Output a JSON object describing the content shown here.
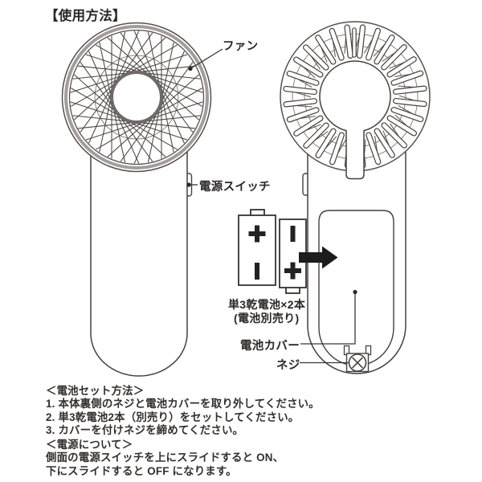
{
  "title": "【使用方法】",
  "front_view": {
    "fan_label": "ファン",
    "power_switch_label": "電源スイッチ"
  },
  "back_view": {
    "battery_type_label_line1": "単3乾電池×2本",
    "battery_type_label_line2": "(電池別売り)",
    "battery_cover_label": "電池カバー",
    "screw_label": "ネジ",
    "battery_symbols": {
      "left_battery_top": "+",
      "left_battery_bottom": "−",
      "right_battery_top": "−",
      "right_battery_bottom": "+"
    }
  },
  "sections": {
    "battery_set": {
      "heading": "＜電池セット方法＞",
      "steps": [
        "1. 本体裏側のネジと電池カバーを取り外してください。",
        "2. 単3乾電池2本（別売り）をセットしてください。",
        "3. カバーを付けネジを締めてください。"
      ]
    },
    "power": {
      "heading": "＜電源について＞",
      "lines": [
        "側面の電源スイッチを上にスライドすると ON、",
        "下にスライドすると OFF になります。"
      ]
    }
  },
  "colors": {
    "line": "#45403e",
    "rim_gray": "#a39d9a",
    "text": "#2b2726",
    "arrow": "#1c1c1c"
  }
}
